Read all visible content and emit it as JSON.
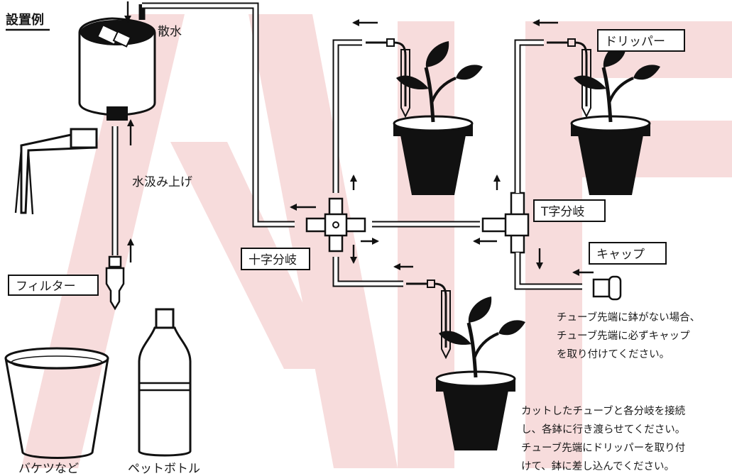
{
  "title": "設置例",
  "labels": {
    "sprinkle": "散水",
    "pump_up": "水汲み上げ",
    "filter": "フィルター",
    "cross_branch": "十字分岐",
    "t_branch": "T字分岐",
    "dripper": "ドリッパー",
    "cap": "キャップ",
    "bucket": "バケツなど",
    "pet_bottle": "ペットボトル"
  },
  "notes": {
    "cap_note": [
      "チューブ先端に鉢がない場合、",
      "チューブ先端に必ずキャップ",
      "を取り付けてください。"
    ],
    "connect_note": [
      "カットしたチューブと各分岐を接続",
      "し、各鉢に行き渡らせてください。",
      "チューブ先端にドリッパーを取り付",
      "けて、鉢に差し込んでください。"
    ]
  },
  "colors": {
    "ink": "#111111",
    "watermark": "#f7dcdc"
  },
  "icons": [
    "down-arrow-icon",
    "up-arrow-icon",
    "left-arrow-icon",
    "right-arrow-icon",
    "plant-pot-icon",
    "dripper-icon",
    "pump-timer-icon",
    "filter-icon",
    "cross-connector-icon",
    "t-connector-icon",
    "cap-icon",
    "bucket-icon",
    "pet-bottle-icon",
    "clip-icon"
  ]
}
